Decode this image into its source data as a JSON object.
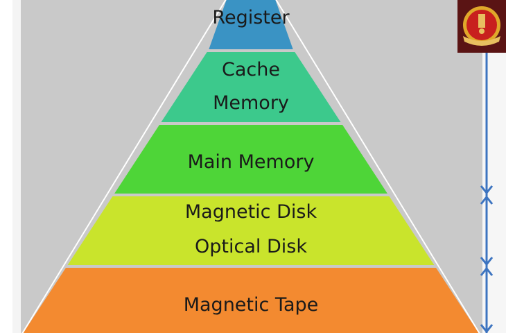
{
  "title": "Memory Hierarchy",
  "levels": [
    {
      "lines": [
        "Register"
      ],
      "color": "#3a93c4"
    },
    {
      "lines": [
        "Cache",
        "Memory"
      ],
      "color": "#3cc98c"
    },
    {
      "lines": [
        "Main Memory"
      ],
      "color": "#4ed538"
    },
    {
      "lines": [
        "Magnetic Disk",
        "Optical Disk"
      ],
      "color": "#c9e42c"
    },
    {
      "lines": [
        "Magnetic Tape"
      ],
      "color": "#f38a30"
    }
  ],
  "colors": {
    "background_panel": "#c9c9c9",
    "arrow": "#3d74c0",
    "logo_bg": "#5a1414",
    "logo_gold": "#e0a82a",
    "logo_red": "#c8201e"
  },
  "logo": {
    "text": "SSC emblem"
  }
}
